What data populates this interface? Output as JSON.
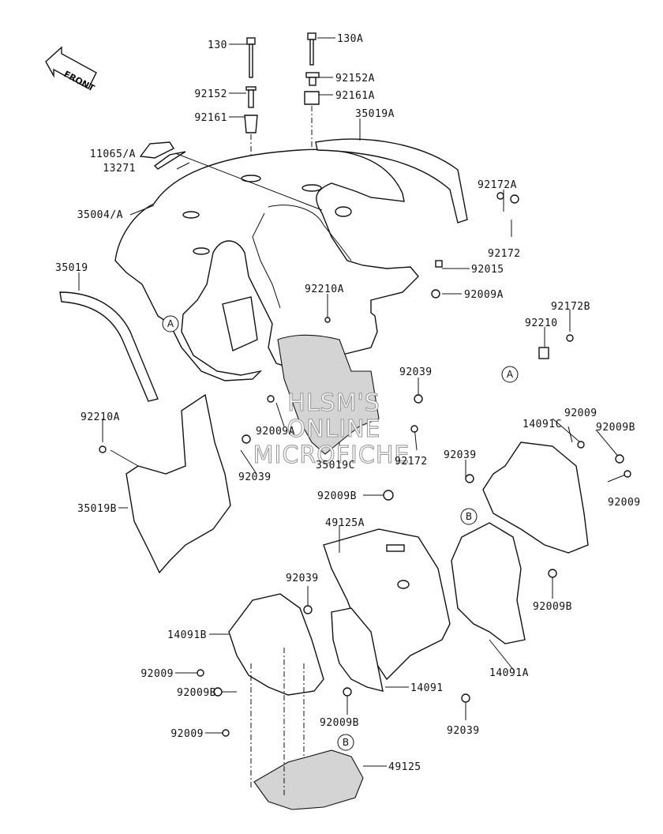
{
  "orientation_label": "FRONT",
  "part_labels": {
    "p130": "130",
    "p130a": "130A",
    "p92152": "92152",
    "p92152a": "92152A",
    "p92161": "92161",
    "p92161a": "92161A",
    "p35019a": "35019A",
    "p11065a": "11065/A",
    "p13271": "13271",
    "p35004a": "35004/A",
    "p92172a": "92172A",
    "p92172_top": "92172",
    "p92015": "92015",
    "p35019": "35019",
    "p92009a_right": "92009A",
    "p92210a_center": "92210A",
    "p92172b": "92172B",
    "p92210": "92210",
    "p92039_center": "92039",
    "p92210a_left": "92210A",
    "p92009a_center": "92009A",
    "p92172_center": "92172",
    "p35019c": "35019C",
    "p92039_left": "92039",
    "p35019b": "35019B",
    "p92009_r1": "92009",
    "p14091c": "14091C",
    "p92009b_r1": "92009B",
    "p92039_right": "92039",
    "p92009_r2": "92009",
    "p92009b_mid": "92009B",
    "p49125a": "49125A",
    "p92009b_r2": "92009B",
    "p92039_lowleft": "92039",
    "p14091b": "14091B",
    "p14091a": "14091A",
    "p92009_l1": "92009",
    "p92009b_l": "92009B",
    "p14091": "14091",
    "p92009b_low": "92009B",
    "p92039_low": "92039",
    "p92009_l2": "92009",
    "p49125": "49125"
  },
  "callouts": {
    "a_left": "A",
    "a_right": "A",
    "b_right": "B",
    "b_bottom": "B"
  },
  "watermark": [
    "HLSM'S",
    "ONLINE",
    "MICROFICHE"
  ]
}
